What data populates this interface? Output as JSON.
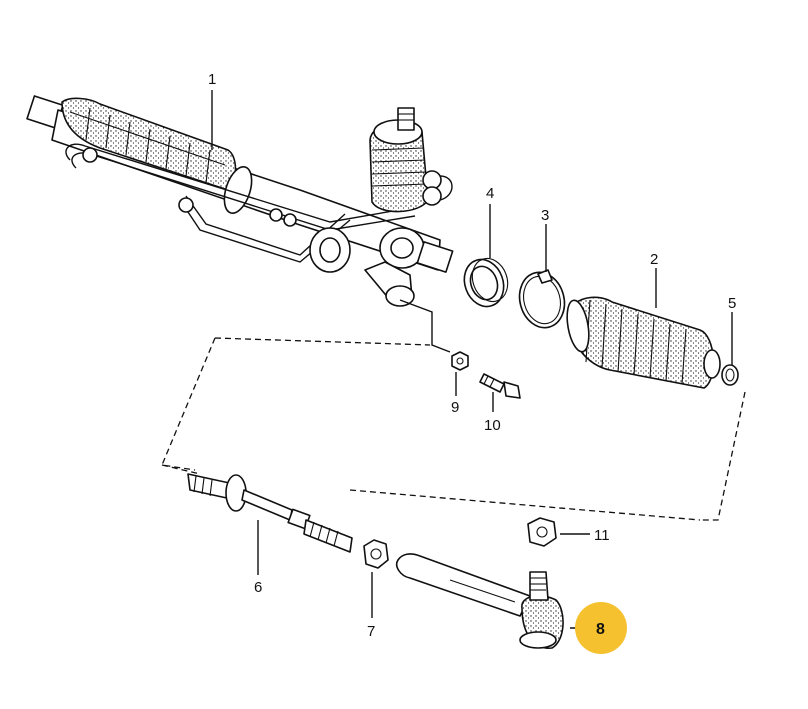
{
  "callouts": [
    {
      "id": "1",
      "label": "1"
    },
    {
      "id": "2",
      "label": "2"
    },
    {
      "id": "3",
      "label": "3"
    },
    {
      "id": "4",
      "label": "4"
    },
    {
      "id": "5",
      "label": "5"
    },
    {
      "id": "6",
      "label": "6"
    },
    {
      "id": "7",
      "label": "7"
    },
    {
      "id": "8",
      "label": "8"
    },
    {
      "id": "9",
      "label": "9"
    },
    {
      "id": "10",
      "label": "10"
    },
    {
      "id": "11",
      "label": "11"
    }
  ],
  "colors": {
    "highlight": "#f5c12e",
    "ink": "#111111",
    "paper": "#ffffff"
  },
  "highlighted_callout": "8"
}
